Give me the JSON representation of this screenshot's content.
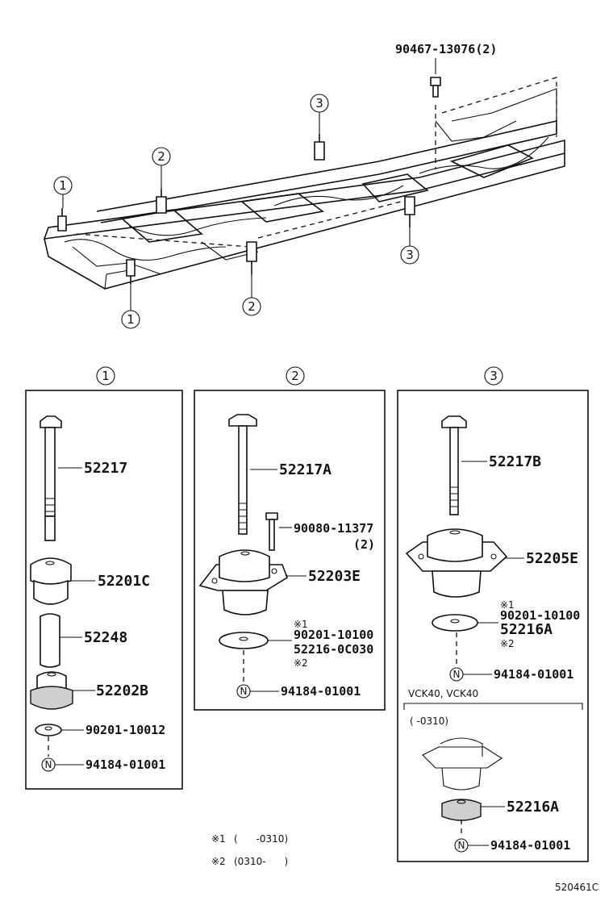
{
  "frame_diagram": {
    "top_part": "90467-13076(2)",
    "callouts": [
      "1",
      "1",
      "2",
      "2",
      "3",
      "3"
    ]
  },
  "groups": [
    {
      "number": "1",
      "parts": [
        "52217",
        "52201C",
        "52248",
        "52202B",
        "90201-10012",
        "94184-01001"
      ],
      "nut_symbol": "N"
    },
    {
      "number": "2",
      "parts": [
        "52217A",
        "90080-11377",
        "(2)",
        "52203E",
        "90201-10100",
        "52216-0C030",
        "94184-01001"
      ],
      "note_marks": [
        "※1",
        "※2"
      ],
      "nut_symbol": "N"
    },
    {
      "number": "3",
      "parts": [
        "52217B",
        "52205E",
        "90201-10100",
        "52216A",
        "94184-01001"
      ],
      "note_marks": [
        "※1",
        "※2"
      ],
      "nut_symbol": "N",
      "sub_section": {
        "models": "VCK40, VCK40",
        "range": "(      -0310)",
        "parts": [
          "52216A",
          "94184-01001"
        ],
        "nut_symbol": "N"
      }
    }
  ],
  "footnotes": [
    {
      "mark": "※1",
      "text": "(      -0310)"
    },
    {
      "mark": "※2",
      "text": "(0310-      )"
    }
  ],
  "diagram_code": "520461C"
}
